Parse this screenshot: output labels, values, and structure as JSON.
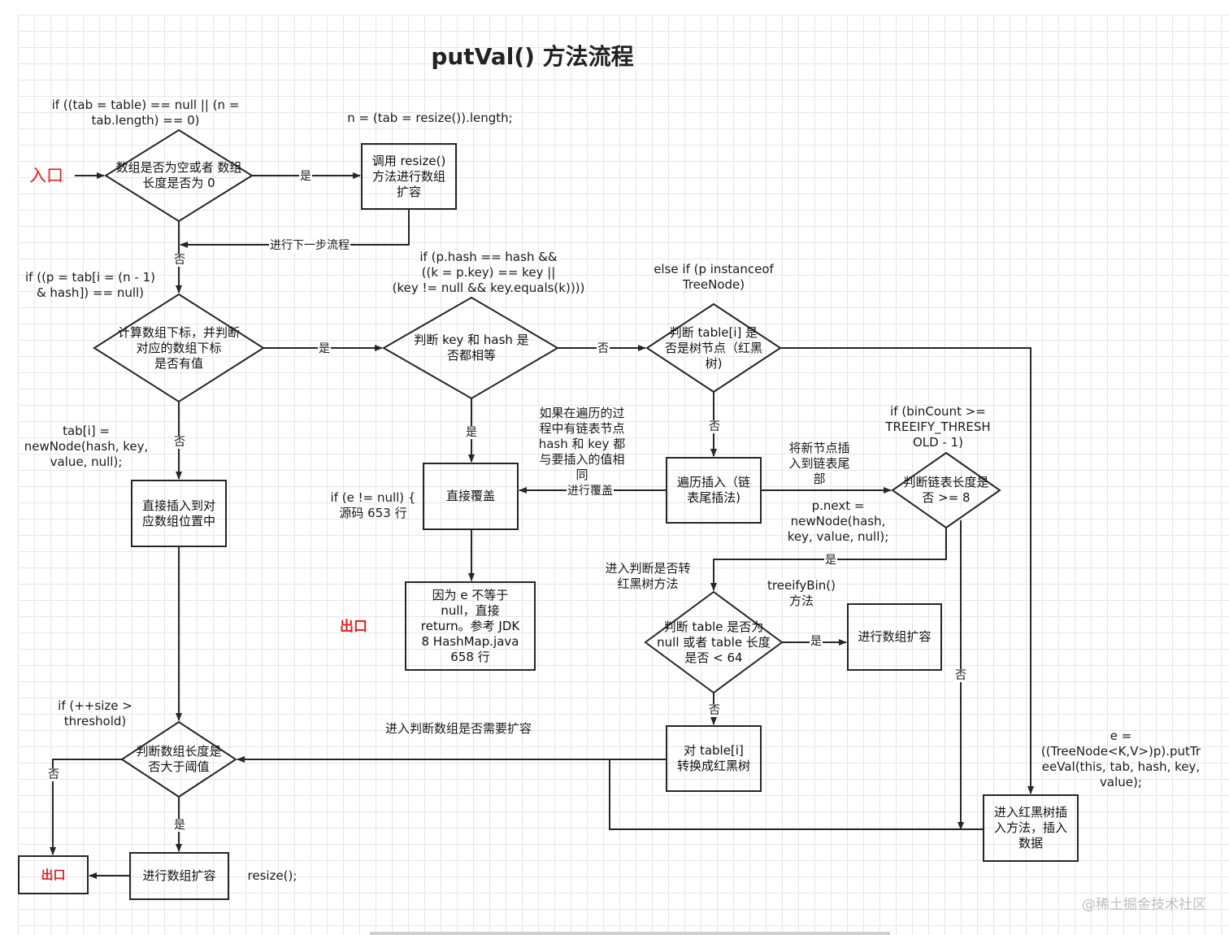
{
  "title": "putVal() 方法流程",
  "watermark": "@稀土掘金技术社区",
  "entry_label": "入口",
  "exit_label_mid": "出口",
  "nodes": {
    "d1": "数组是否为空或者 数组\n长度是否为 0",
    "b_resize": "调用 resize()\n方法进行数组\n扩容",
    "d2": "计算数组下标，并判断\n对应的数组下标\n是否有值",
    "d3": "判断 key 和 hash 是\n否都相等",
    "d4": "判断 table[i] 是\n否是树节点（红黑\n树)",
    "b_insert": "直接插入到对\n应数组位置中",
    "b_cover": "直接覆盖",
    "b_traverse": "遍历插入（链\n表尾插法)",
    "d5": "判断链表长度是\n否 >= 8",
    "b_return": "因为 e 不等于\nnull，直接\nreturn。参考 JDK\n8 HashMap.java\n658 行",
    "d6": "判断 table 是否为\nnull 或者 table 长度\n是否 < 64",
    "b_expand2": "进行数组扩容",
    "b_treeify": "对 table[i]\n转换成红黑树",
    "d7": "判断数组长度是\n否大于阈值",
    "b_exit": "出口",
    "b_expand3": "进行数组扩容",
    "b_rbinsert": "进入红黑树插\n入方法，插入\n数据"
  },
  "annotations": {
    "a1": "if ((tab = table) == null || (n =\ntab.length) == 0)",
    "a2": "n = (tab = resize()).length;",
    "a3": "if ((p = tab[i = (n - 1)\n& hash]) == null)",
    "a4": "if (p.hash == hash &&\n((k = p.key) == key ||\n(key != null && key.equals(k))))",
    "a5": "else if (p instanceof\nTreeNode)",
    "a6": "tab[i] =\nnewNode(hash, key,\nvalue, null);",
    "a7": "如果在遍历的过\n程中有链表节点\nhash 和 key 都\n与要插入的值相\n同",
    "a8": "if (binCount >=\nTREEIFY_THRESH\nOLD - 1)",
    "a9": "将新节点插\n入到链表尾\n部",
    "a10": "if (e != null) {\n源码 653 行",
    "a11": "p.next =\nnewNode(hash,\nkey, value, null);",
    "a12": "进入判断是否转\n红黑树方法",
    "a13": "treeifyBin()\n方法",
    "a14": "if (++size >\nthreshold)",
    "a15": "进入判断数组是否需要扩容",
    "a16": "e =\n((TreeNode<K,V>)p).putTr\neeVal(this, tab, hash, key,\nvalue);",
    "a17": "resize();"
  },
  "edges": {
    "yes1": "是",
    "next": "进行下一步流程",
    "no1": "否",
    "yes2": "是",
    "no2": "否",
    "no3": "否",
    "yes3": "是",
    "cover": "进行覆盖",
    "no4": "否",
    "yes4": "是",
    "yes5": "是",
    "no5": "否",
    "no6": "否",
    "no7": "否",
    "yes6": "是"
  },
  "colors": {
    "stroke": "#262626",
    "accent_red": "#e02020",
    "grid": "#e6e6e6"
  }
}
